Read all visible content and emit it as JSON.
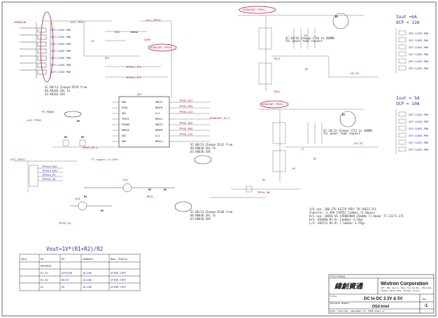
{
  "formula": "Vout=1V*(R1+R2)/R2",
  "specs": {
    "out1": {
      "iout": "Iout =6A",
      "ocp": "OCP < 12A"
    },
    "out2": {
      "iout": "Iout = 5A",
      "ocp": "OCP < 10A"
    }
  },
  "notes": {
    "n1": [
      "SC:09/13 Change R229 from",
      "60.R0103.1DL to",
      "63.R0103.XXX"
    ],
    "n2": [
      "SC:08/13 Change R131 from",
      "60.R0036.1DL to",
      "63.R0036.XXX"
    ],
    "n3": [
      "SC:08/13 Change R130 from",
      "60.R0036.1DL to",
      "63.R0036.XXX"
    ],
    "n4": [
      "SC:10/16 Change CT16 to 300M0",
      "for power team request"
    ],
    "n5": [
      "SC:10/23 Change CT11 to 300M0",
      "for power team request"
    ],
    "ti": "TI suggest Cc=10nF"
  },
  "spec_notes": [
    "1/O cap: 100 27U 81278 X5R/ 78.10622.3CL",
    "Inductor: 1.5UH  CYNTEC  11Amax /4.5mpazz",
    "H/S cap: 20656.VS 47DB02009 25m8Am /1.6mom/ 77.22271.171",
    "H/S: AO4468 DG-8/ 13mOhm/ 4.5Vgs",
    "L/S: AO4712 DG-8/ 7.5mOhm/ 4.5Vgs"
  ],
  "table": {
    "rows": [
      [
        "Vout",
        "R1",
        "R2",
        "Comment",
        "Req. Status"
      ],
      [
        "",
        "RPBVMCD",
        "",
        "",
        ""
      ],
      [
        "",
        "R1-R2",
        "R29/R30",
        "1K/20K",
        "VFIRM-ITRP"
      ],
      [
        "",
        "R1-R2",
        "R6/R7",
        "1K/20K",
        "VFIRM-ITRP"
      ],
      [
        "",
        "R1",
        "R5",
        "1K/20K",
        "VFIRM-ITRP"
      ]
    ]
  },
  "title_block": {
    "header": "Title Block",
    "logo": "緯創資通",
    "company": "Wistron Corporation",
    "address1": "21F, 88, Sec.1, Hsin Tai Wu Rd., Hsichih,",
    "address2": "Taipei Hsien 221, Taiwan, R.O.C.",
    "title_label": "Title",
    "title": "DC to DC 3.3V & 5V",
    "doc_label": "Document Number",
    "doc_number": "DS2-Intel",
    "rev_label": "Rev",
    "rev": "-1",
    "date": "Date:  Saturday, September 13, 2008   Sheet  of"
  }
}
